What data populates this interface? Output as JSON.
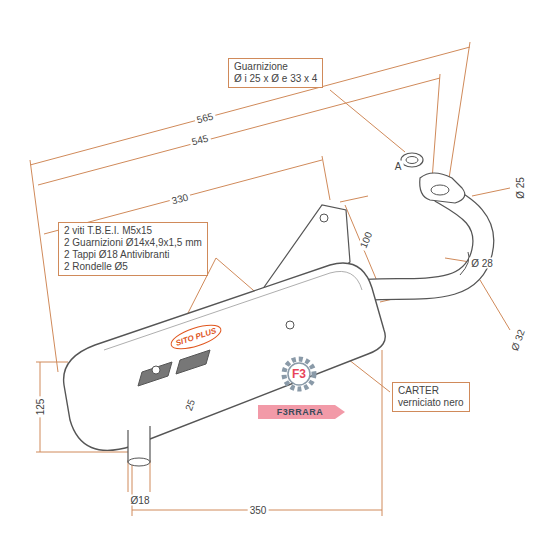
{
  "diagram": {
    "nodes": [
      {
        "text": [
          "Guarnizione",
          "Ø i 25 x Ø e 33 x 4"
        ]
      },
      {
        "text": [
          "2 viti T.B.E.I. M5x15",
          "2 Guarnizioni Ø14x4,9x1,5 mm",
          "2 Tappi Ø18 Antivibranti",
          "2 Rondelle Ø5"
        ]
      },
      {
        "text": [
          "CARTER",
          "verniciato nero"
        ]
      }
    ],
    "labels": [
      "565",
      "545",
      "330",
      "A",
      "Ø 25",
      "100",
      "Ø 28",
      "Ø 32",
      "125",
      "25",
      "Ø18",
      "350",
      "SITO PLUS",
      "F3",
      "F3RRARA"
    ]
  }
}
